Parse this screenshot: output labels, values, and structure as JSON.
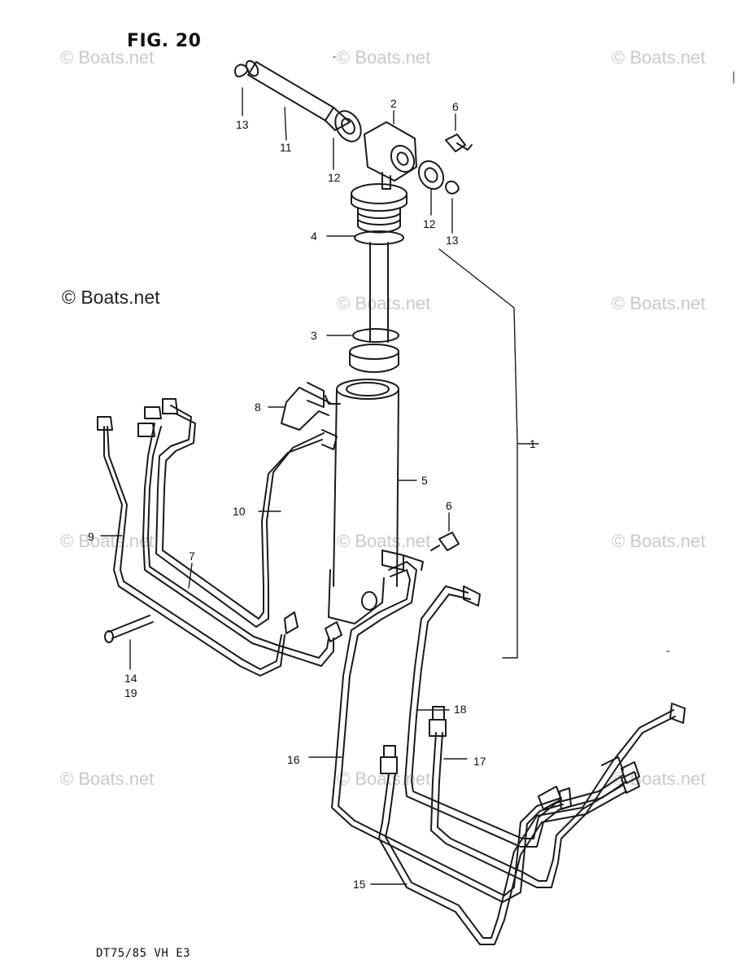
{
  "figure": {
    "title": "FIG. 20",
    "model_code": "DT75/85 VH E3"
  },
  "watermark": {
    "text": "© Boats.net"
  },
  "part_labels": [
    "1",
    "2",
    "3",
    "4",
    "5",
    "6",
    "6",
    "7",
    "8",
    "9",
    "10",
    "11",
    "12",
    "12",
    "13",
    "13",
    "14",
    "19",
    "15",
    "16",
    "17",
    "18"
  ],
  "colors": {
    "line": "#1a1a1a",
    "watermark": "#c9c9c9",
    "background": "#ffffff"
  }
}
